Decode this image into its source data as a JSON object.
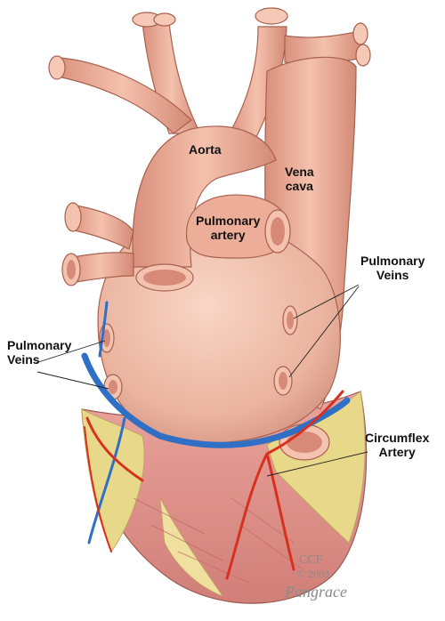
{
  "labels": {
    "aorta": "Aorta",
    "vena_cava": "Vena\ncava",
    "pulmonary_artery": "Pulmonary\nartery",
    "pulmonary_veins_right": "Pulmonary\nVeins",
    "pulmonary_veins_left": "Pulmonary\nVeins",
    "circumflex_artery": "Circumflex\nArtery"
  },
  "credit": {
    "org": "CCF",
    "copyright": "© 2003",
    "signature": "Pangrace"
  },
  "colors": {
    "vessel": "#e8a38f",
    "vessel_shade": "#c97a68",
    "heart_body": "#f2c0ab",
    "fat": "#e8d98a",
    "muscle": "#d9837f",
    "artery_red": "#d8301f",
    "vein_blue": "#2f6fc4"
  }
}
